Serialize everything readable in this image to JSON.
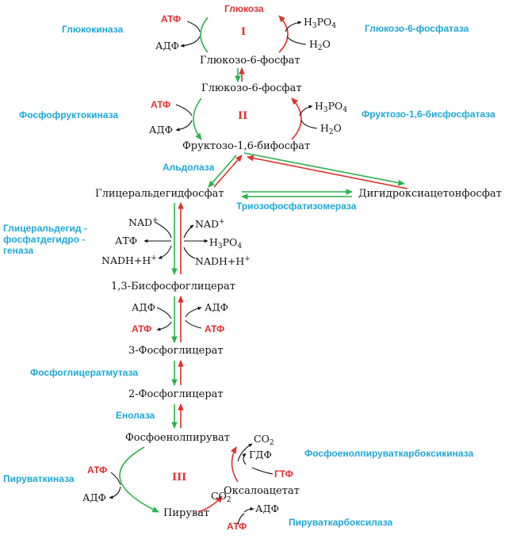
{
  "metabolites": {
    "glucose": "Глюкоза",
    "g6p_top": "Глюкозо-6-фосфат",
    "g6p_bottom": "Глюкозо-6-фосфат",
    "f16bp": "Фруктозо-1,6-бифосфат",
    "gap": "Глицеральдегидфосфат",
    "dhap": "Дигидроксиацетонфосфат",
    "bpg13": "1,3-Бисфосфоглицерат",
    "pg3": "3-Фосфоглицерат",
    "pg2": "2-Фосфоглицерат",
    "pep": "Фосфоенолпируват",
    "pyruvate": "Пируват",
    "oxaloacetate": "Оксалоацетат"
  },
  "enzymes": {
    "glucokinase": "Глюкокиназа",
    "g6pase": "Глюкозо-6-фосфатаза",
    "pfk": "Фосфофруктокиназа",
    "f16bpase": "Фруктозо-1,6-бисфосфатаза",
    "aldolase": "Альдолаза",
    "tpi": "Триозофосфатизомераза",
    "gapdh_1": "Глицеральдегид -",
    "gapdh_2": "фосфатдегидро -",
    "gapdh_3": "геназа",
    "pgm": "Фосфоглицератмутаза",
    "enolase": "Енолаза",
    "pk": "Пируваткиназа",
    "pepck": "Фосфоенолпируваткарбоксикиназа",
    "pc": "Пируваткарбоксилаза"
  },
  "cofactors": {
    "atp": "АТФ",
    "adp": "АДФ",
    "gtp": "ГТФ",
    "gdp": "ГДФ",
    "water_h": "H",
    "water_2": "2",
    "water_o": "O",
    "phos_h": "H",
    "phos_3": "3",
    "phos_po": "PO",
    "phos_4": "4",
    "co": "CO",
    "co_2": "2",
    "nad": "NAD",
    "nadh": "NADH+H",
    "plus": "+"
  },
  "stages": {
    "one": "I",
    "two": "II",
    "three": "III"
  }
}
